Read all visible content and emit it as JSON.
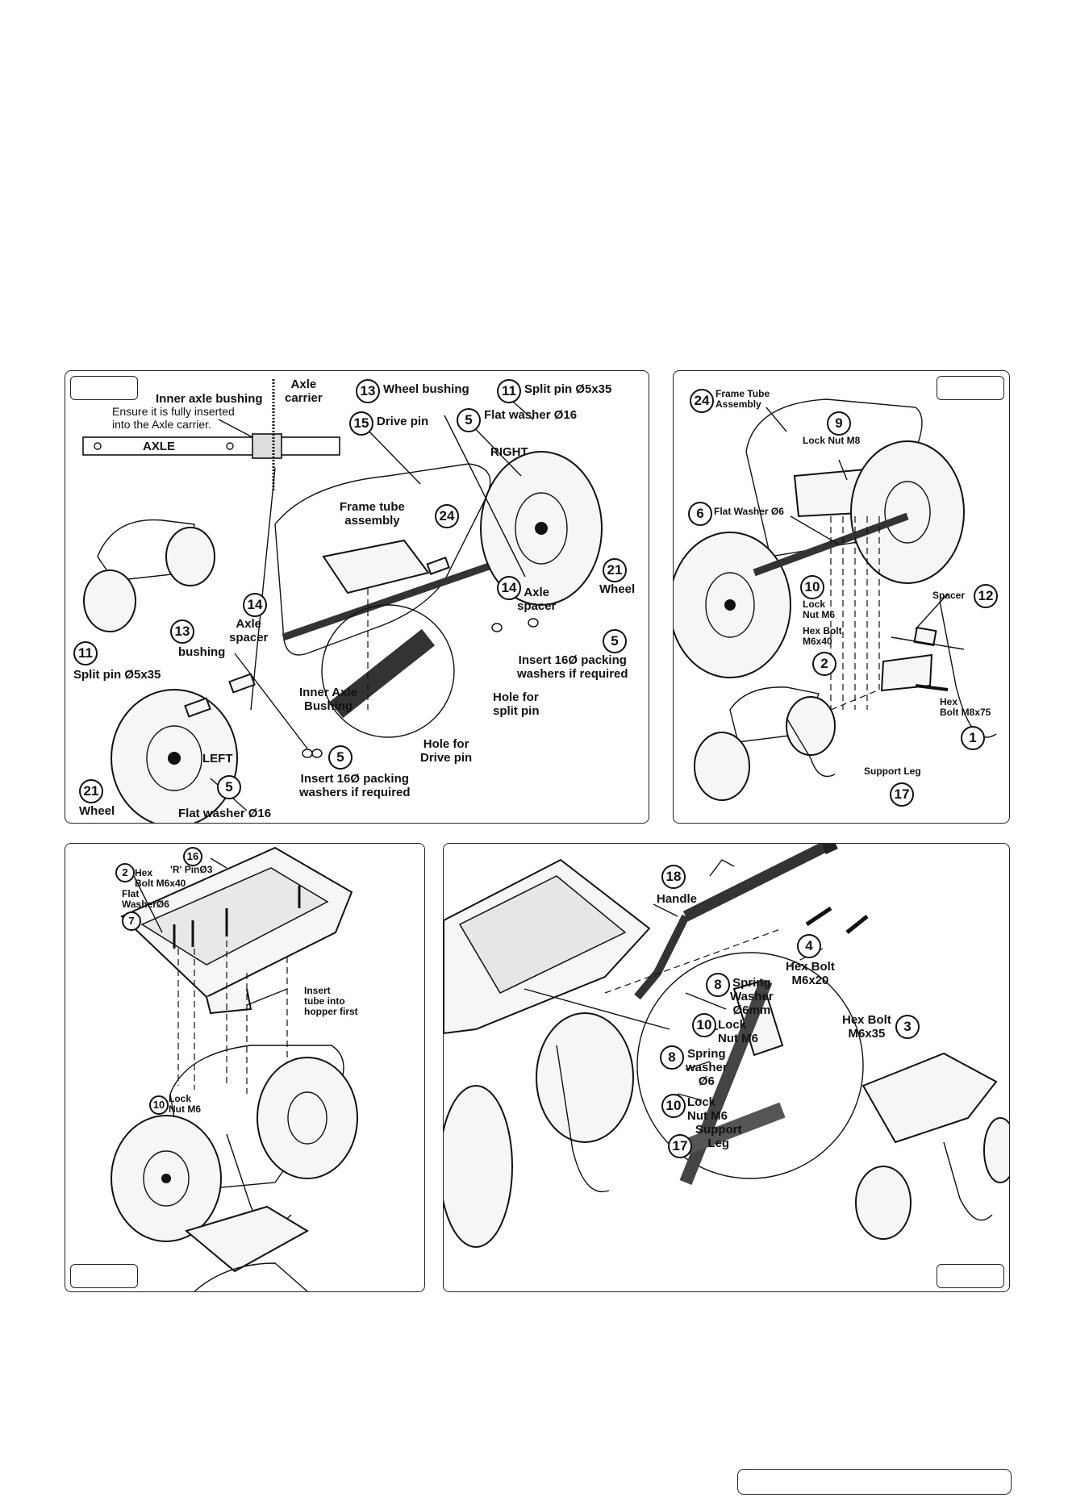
{
  "figure1": {
    "axle_callout": {
      "inner_axle_bushing": "Inner axle bushing",
      "axle_carrier": "Axle\ncarrier",
      "ensure_note": "Ensure it is fully inserted\ninto the Axle carrier.",
      "axle": "AXLE"
    },
    "labels": {
      "wheel_bushing": "Wheel bushing",
      "split_pin_top": "Split pin Ø5x35",
      "drive_pin": "Drive pin",
      "flat_washer_top": "Flat washer Ø16",
      "right": "RIGHT",
      "frame_tube": "Frame tube\nassembly",
      "wheel_right": "Wheel",
      "axle_spacer_right": "Axle\nspacer",
      "packing_right": "Insert 16Ø packing\nwashers if required",
      "hole_split_pin": "Hole for\nsplit pin",
      "hole_drive_pin": "Hole for\nDrive pin",
      "inner_axle_bushing": "Inner Axle\nBushing",
      "axle_spacer_left": "Axle\nspacer",
      "bushing_left": "bushing",
      "split_pin_left": "Split pin Ø5x35",
      "left": "LEFT",
      "packing_left": "Insert 16Ø packing\nwashers if required",
      "wheel_left": "Wheel",
      "flat_washer_left": "Flat washer Ø16"
    },
    "numbers": {
      "wheel_bushing": "13",
      "split_pin_top": "11",
      "drive_pin": "15",
      "flat_washer_top": "5",
      "frame_tube": "24",
      "wheel_right": "21",
      "axle_spacer_right": "14",
      "packing_right": "5",
      "axle_spacer_left": "14",
      "bushing_left": "13",
      "split_pin_left": "11",
      "packing_left": "5",
      "left_washer": "5",
      "wheel_left": "21"
    }
  },
  "figure2": {
    "labels": {
      "frame_tube": "Frame Tube\nAssembly",
      "lock_nut_m8": "Lock Nut M8",
      "flat_washer": "Flat Washer Ø6",
      "lock_nut_m6": "Lock\nNut M6",
      "spacer": "Spacer",
      "hex_bolt_m6x40": "Hex Bolt\nM6x40",
      "hex_bolt_m8x75": "Hex\nBolt M8x75",
      "support_leg": "Support Leg"
    },
    "numbers": {
      "frame_tube": "24",
      "lock_nut_m8": "9",
      "flat_washer": "6",
      "lock_nut_m6": "10",
      "spacer": "12",
      "hex_bolt_m6x40": "2",
      "hex_bolt_m8x75": "1",
      "support_leg": "17"
    }
  },
  "figure3": {
    "labels": {
      "r_pin": "'R' PinØ3",
      "hex_bolt": "Hex\nBolt M6x40",
      "flat_washer": "Flat\nWasherØ6",
      "insert_tube": "Insert\ntube into\nhopper first",
      "lock_nut": "Lock\nNut M6"
    },
    "numbers": {
      "r_pin": "16",
      "hex_bolt": "2",
      "flat_washer": "7",
      "lock_nut": "10"
    }
  },
  "figure4": {
    "labels": {
      "handle": "Handle",
      "hex_bolt_m6x20": "Hex Bolt\nM6x20",
      "spring_washer_top": "Spring\nWasher\nØ6mm",
      "hex_bolt_m6x35": "Hex Bolt\nM6x35",
      "lock_nut_top": "Lock\nNut M6",
      "spring_washer_mid": "Spring\nwasher\nØ6",
      "lock_nut_mid": "Lock\nNut M6",
      "support_leg": "Support\nLeg"
    },
    "numbers": {
      "handle": "18",
      "hex_bolt_m6x20": "4",
      "spring_washer_top": "8",
      "hex_bolt_m6x35": "3",
      "lock_nut_top": "10",
      "spring_washer_mid": "8",
      "lock_nut_mid": "10",
      "support_leg": "17"
    }
  }
}
